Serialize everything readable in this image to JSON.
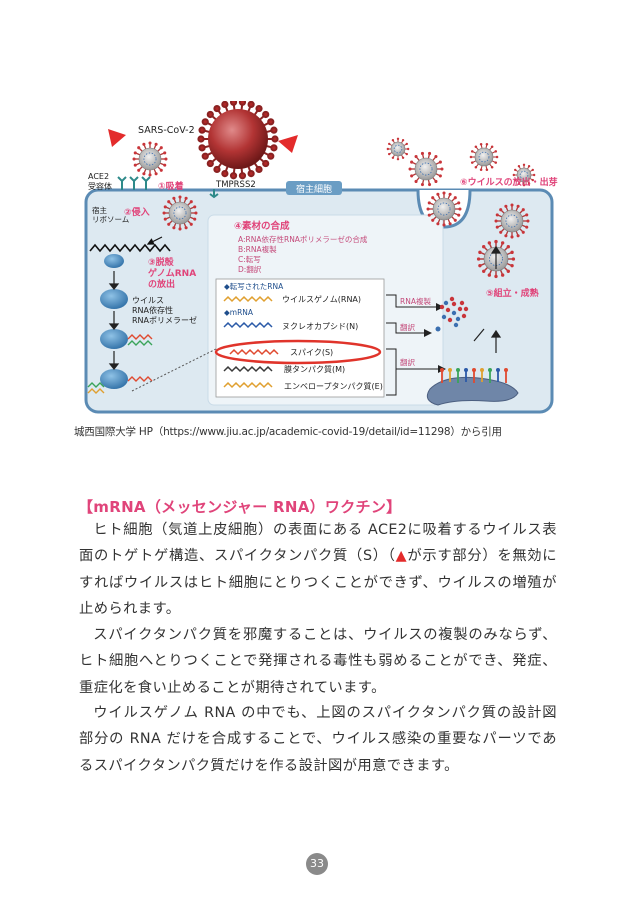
{
  "figure": {
    "virus_label": "SARS-CoV-2",
    "ace2_label": "ACE2\n受容体",
    "tmprss2_label": "TMPRSS2",
    "host_cell_label": "宿主細胞",
    "ribosome_label": "宿主\nリボソーム",
    "steps": {
      "s1": "①吸着",
      "s2": "②侵入",
      "s3": "③脱殻\nゲノムRNA\nの放出",
      "s4": "④素材の合成",
      "s5": "⑤組立・成熟",
      "s6": "⑥ウイルスの放出・出芽"
    },
    "synthesis_list": [
      "A:RNA依存性RNAポリメラーゼの合成",
      "B:RNA複製",
      "C:転写",
      "D:翻訳"
    ],
    "polymerase_label": "ウイルス\nRNA依存性\nRNAポリメラーゼ",
    "transcribed_rna_label": "◆転写されたRNA",
    "mrna_label": "◆mRNA",
    "genes": [
      "ウイルスゲノム(RNA)",
      "ヌクレオカプシド(N)",
      "スパイク(S)",
      "膜タンパク質(M)",
      "エンベロープタンパク質(E)"
    ],
    "rna_replication_label": "RNA複製",
    "translation_label_1": "翻訳",
    "translation_label_2": "翻訳",
    "colors": {
      "highlight_ring": "#e0342b",
      "accent_pink": "#e0447a",
      "cell_fill": "#dde9f1",
      "cell_border": "#5b8bb4",
      "host_label_bg": "#6a9dc4",
      "ribosome_blue": "#4a8fc3",
      "triangle_red": "#e32b2b"
    }
  },
  "caption": "城西国際大学 HP（https://www.jiu.ac.jp/academic-covid-19/detail/id=11298）から引用",
  "heading": "【mRNA（メッセンジャー RNA）ワクチン】",
  "paragraphs": {
    "p1_before": "ヒト細胞（気道上皮細胞）の表面にある ACE2に吸着するウイルス表面のトゲトゲ構造、スパイクタンパク質（S）（",
    "p1_triangle": "▲",
    "p1_after": "が示す部分）を無効にすればウイルスはヒト細胞にとりつくことができず、ウイルスの増殖が止められます。",
    "p2": "スパイクタンパク質を邪魔することは、ウイルスの複製のみならず、ヒト細胞へとりつくことで発揮される毒性も弱めることができ、発症、重症化を食い止めることが期待されています。",
    "p3": "ウイルスゲノム RNA の中でも、上図のスパイクタンパク質の設計図部分の RNA だけを合成することで、ウイルス感染の重要なパーツであるスパイクタンパク質だけを作る設計図が用意できます。"
  },
  "page_number": "33"
}
